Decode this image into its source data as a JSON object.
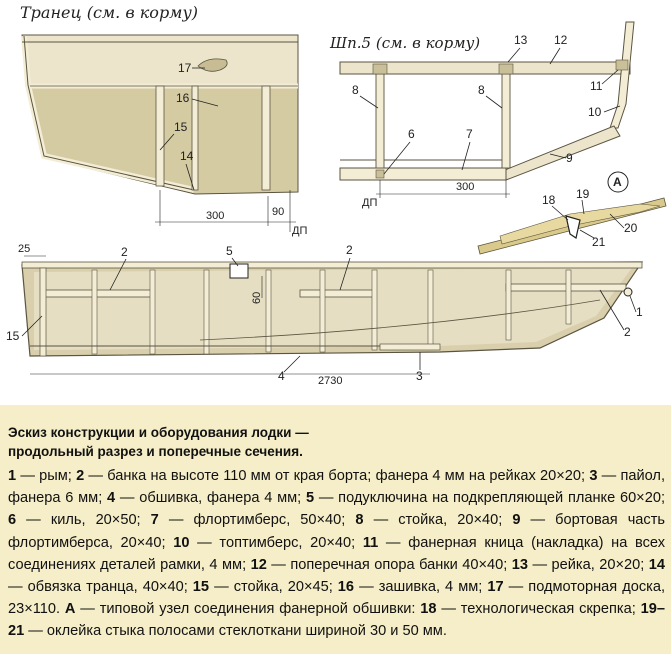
{
  "sections": {
    "transom_title": "Транец (см. в корму)",
    "frame_title": "Шп.5 (см. в корму)",
    "node_a": "А"
  },
  "callouts": {
    "n1": "1",
    "n2": "2",
    "n3": "3",
    "n4": "4",
    "n5": "5",
    "n6": "6",
    "n7": "7",
    "n8": "8",
    "n9": "9",
    "n10": "10",
    "n11": "11",
    "n12": "12",
    "n13": "13",
    "n14": "14",
    "n15": "15",
    "n16": "16",
    "n17": "17",
    "n18": "18",
    "n19": "19",
    "n20": "20",
    "n21": "21"
  },
  "dimensions": {
    "transom_width": "300",
    "transom_keel": "90",
    "frame_width": "300",
    "hull_length": "2730",
    "bow_offset": "25",
    "bench_height": "60",
    "baseline": "ДП"
  },
  "caption": {
    "title_line1": "Эскиз конструкции и оборудования лодки —",
    "title_line2": "продольный разрез и поперечные сечения.",
    "legend": [
      {
        "num": "1",
        "text": " — рым; "
      },
      {
        "num": "2",
        "text": " — банка на высоте 110 мм от края борта; фанера 4 мм на рейках 20×20; "
      },
      {
        "num": "3",
        "text": " — пайол, фанера 6 мм; "
      },
      {
        "num": "4",
        "text": " — обшивка, фанера 4 мм; "
      },
      {
        "num": "5",
        "text": " — подуключина на подкрепляющей планке 60×20; "
      },
      {
        "num": "6",
        "text": " — киль, 20×50; "
      },
      {
        "num": "7",
        "text": " — флортимберс, 50×40; "
      },
      {
        "num": "8",
        "text": " — стойка, 20×40; "
      },
      {
        "num": "9",
        "text": " — бортовая часть флортимберса, 20×40; "
      },
      {
        "num": "10",
        "text": " — топтимберс, 20×40; "
      },
      {
        "num": "11",
        "text": " — фанерная кница (накладка) на всех соединениях деталей рамки, 4 мм; "
      },
      {
        "num": "12",
        "text": " — поперечная опора банки 40×40; "
      },
      {
        "num": "13",
        "text": " — рейка, 20×20; "
      },
      {
        "num": "14",
        "text": " — обвязка транца, 40×40; "
      },
      {
        "num": "15",
        "text": " — стойка, 20×45; "
      },
      {
        "num": "16",
        "text": " — зашивка, 4 мм; "
      },
      {
        "num": "17",
        "text": " — подмоторная доска, 23×110. "
      },
      {
        "num": "А",
        "text": " — типовой узел соединения фанерной обшивки: "
      },
      {
        "num": "18",
        "text": " — технологическая скрепка; "
      },
      {
        "num": "19–21",
        "text": " — оклейка стыка полосами стеклоткани шириной 30 и 50 мм."
      }
    ]
  },
  "colors": {
    "background": "#ffffff",
    "caption_bg": "#f5eec8",
    "plywood": "#e4dcc0",
    "plywood_dark": "#c9bf98",
    "lath": "#f4edd6",
    "line": "#4a4536"
  }
}
